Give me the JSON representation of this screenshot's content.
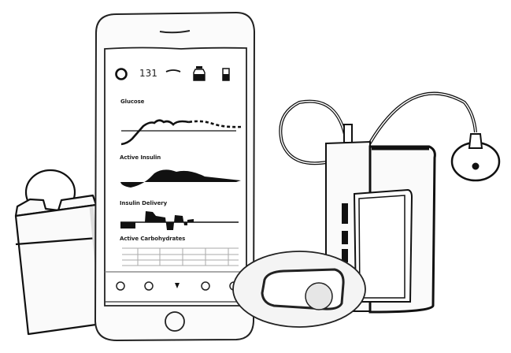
{
  "phone": {
    "status_bar": {
      "loop_status_icon": "ring-icon",
      "glucose_value": "131",
      "trend_icon": "flat-trend-icon",
      "reservoir_icon": "reservoir-icon",
      "battery_icon": "battery-icon"
    },
    "charts": [
      {
        "label": "Glucose"
      },
      {
        "label": "Active Insulin"
      },
      {
        "label": "Insulin Delivery"
      },
      {
        "label": "Active Carbohydrates"
      }
    ],
    "toolbar": {
      "items": [
        "circle-button",
        "circle-button",
        "insulin-drop-button",
        "circle-button",
        "circle-button"
      ]
    }
  },
  "devices": [
    "insulin-pump",
    "infusion-site",
    "radio-bridge",
    "continuous-glucose-monitor-pod"
  ],
  "colors": {
    "ink": "#111111",
    "fill": "#fafafa",
    "shade": "#e0e0e0"
  }
}
